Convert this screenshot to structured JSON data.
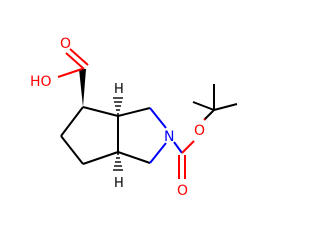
{
  "molecule": {
    "atom_labels": {
      "carboxylic_acid_oxygen": "HO",
      "carbonyl_oxygen_acid": "O",
      "ring_nitrogen": "N",
      "carbamate_carbonyl_oxygen": "O",
      "carbamate_ester_oxygen": "O",
      "stereo_hydrogen_top": "H",
      "stereo_hydrogen_bottom": "H"
    },
    "colors": {
      "bond": "#000000",
      "oxygen": "#ff0000",
      "nitrogen": "#0000ff",
      "hydrogen": "#000000"
    }
  }
}
